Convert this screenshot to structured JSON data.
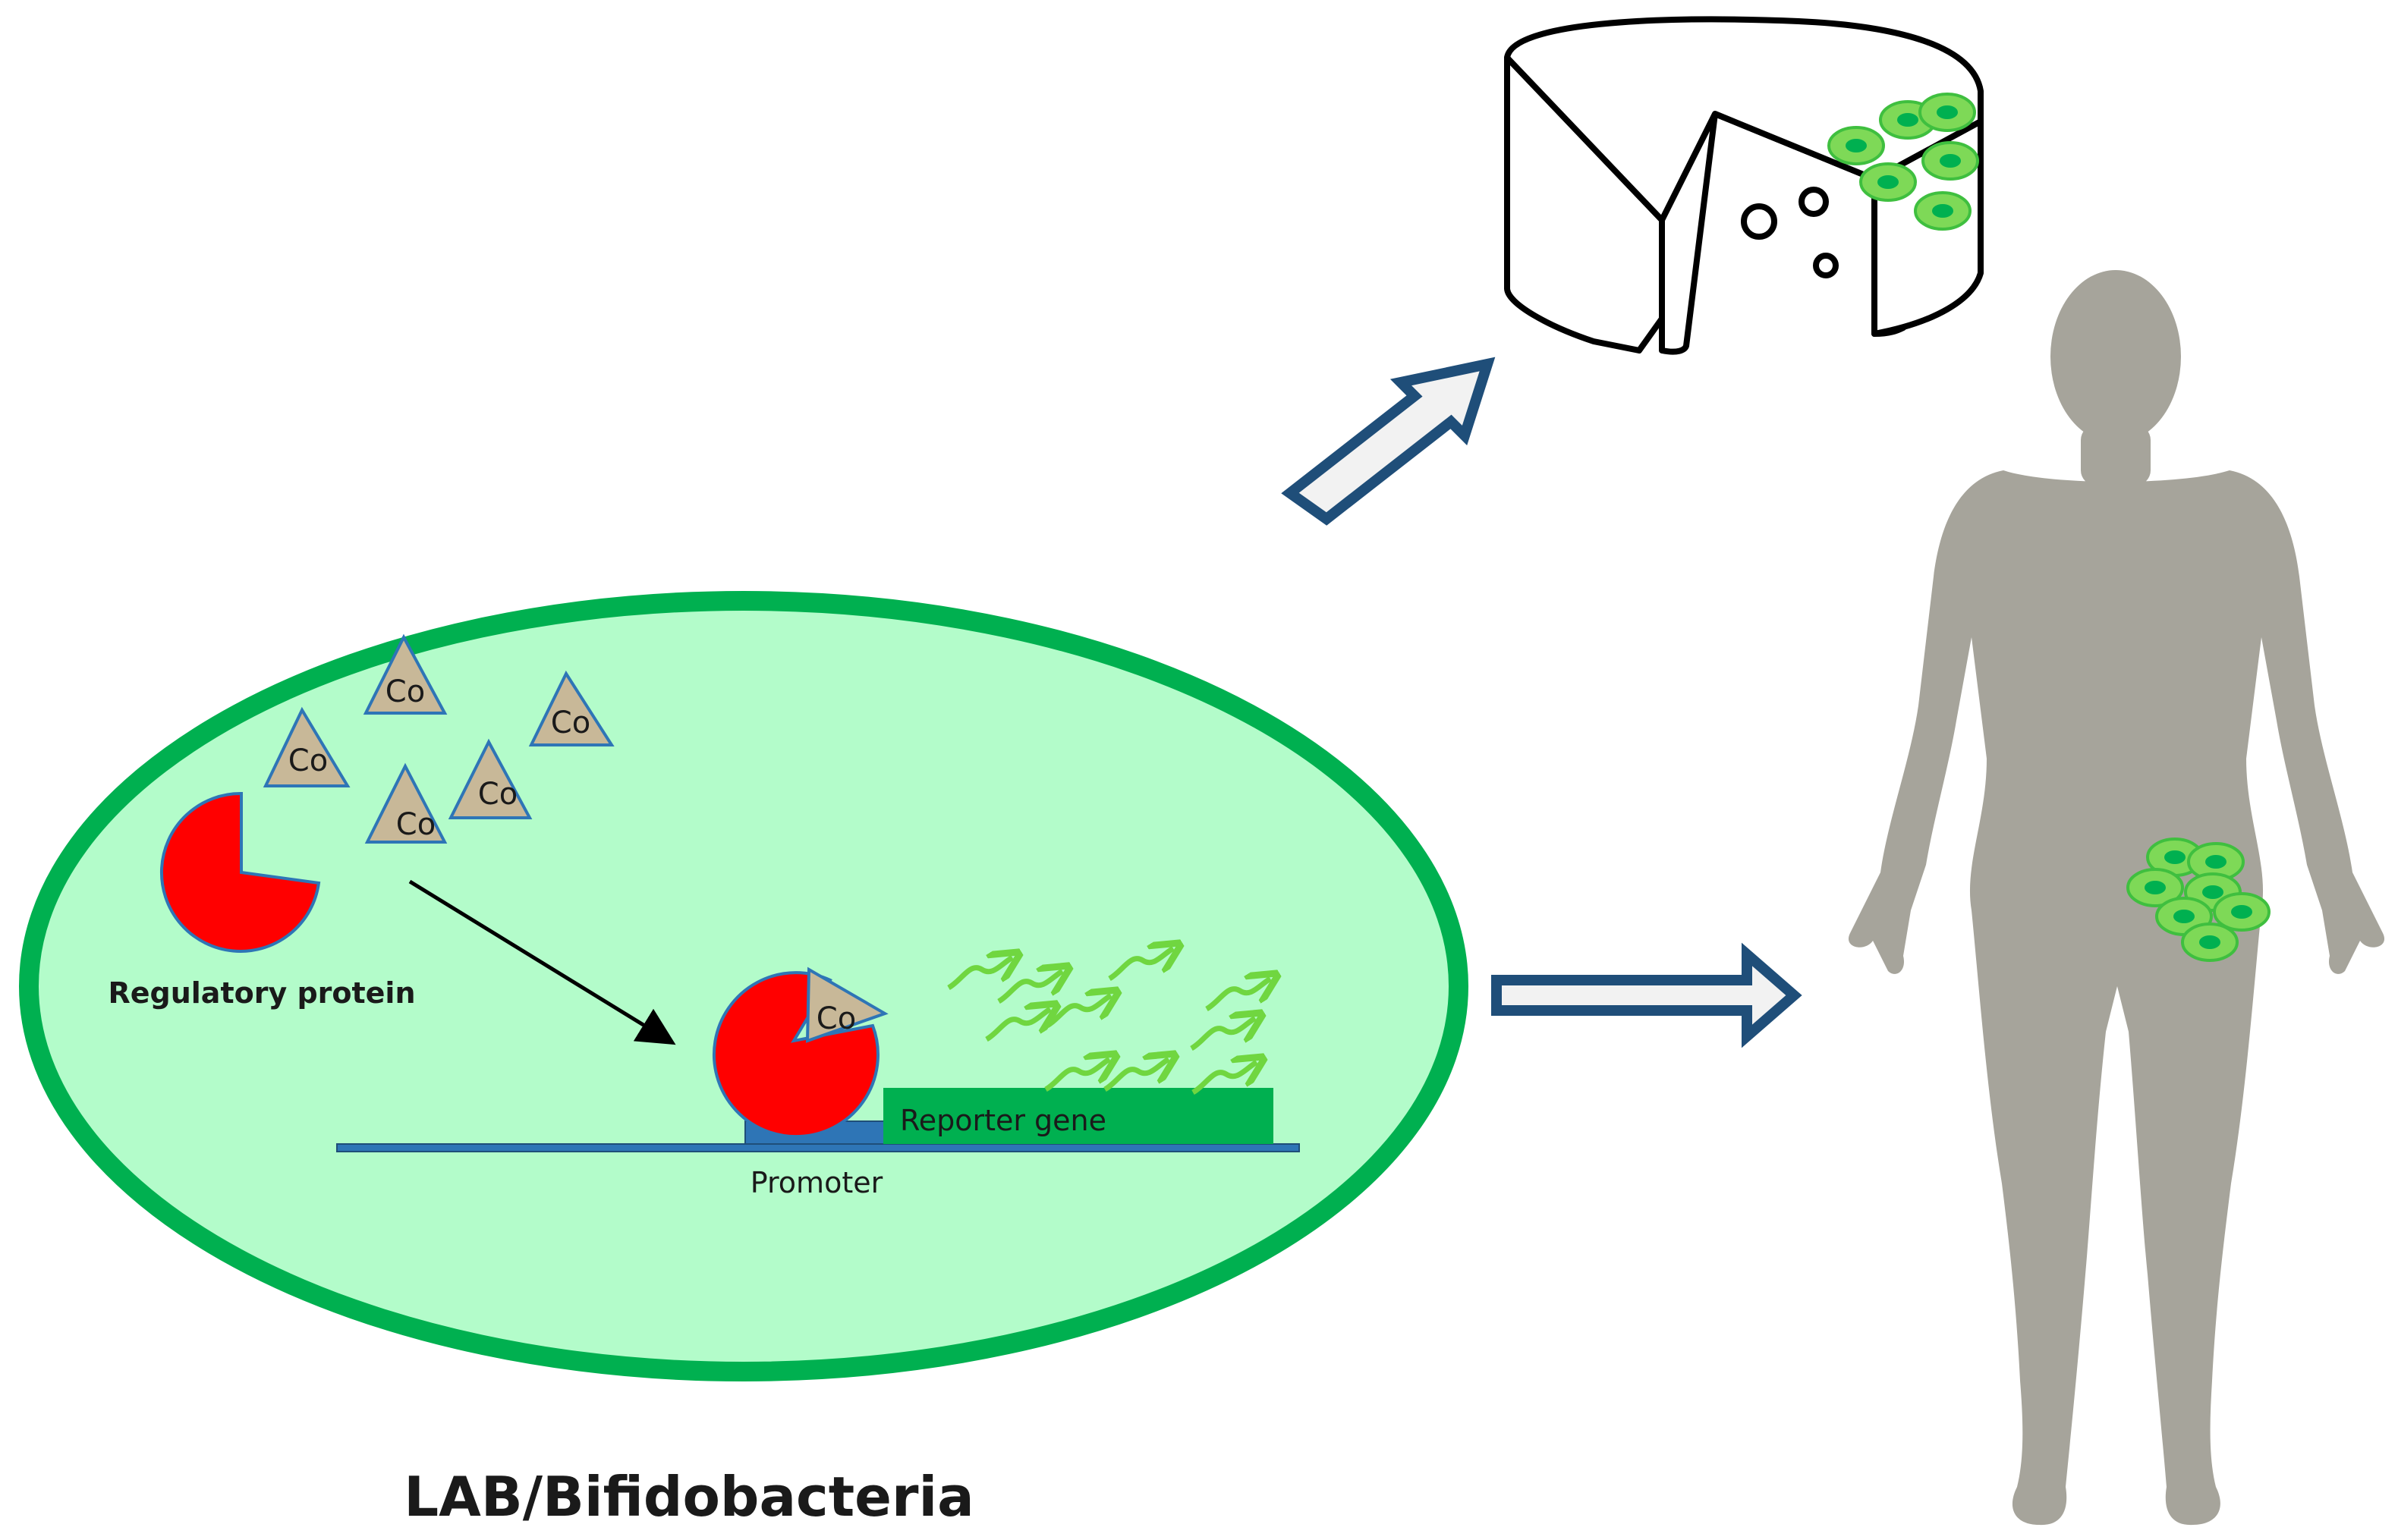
{
  "labels": {
    "cofactor": "Co",
    "regulatory_protein": "Regulatory protein",
    "reporter_gene": "Reporter gene",
    "promoter": "Promoter",
    "organism": "LAB/Bifidobacteria"
  },
  "colors": {
    "cell_fill": "#b3fcca",
    "cell_border": "#00b050",
    "protein": "#ff0000",
    "cofactor": "#c8b898",
    "reporter_gene": "#00b050",
    "dna": "#2e75b6",
    "signal": "#70d640",
    "arrow_border": "#1f4e79",
    "arrow_fill": "#f2f2f2",
    "human": "#a6a49b",
    "bacteria": "#7ed957",
    "bacteria_core": "#00b050"
  },
  "icons": [
    "cheese-icon",
    "human-silhouette-icon",
    "bacteria-cluster-icon"
  ]
}
